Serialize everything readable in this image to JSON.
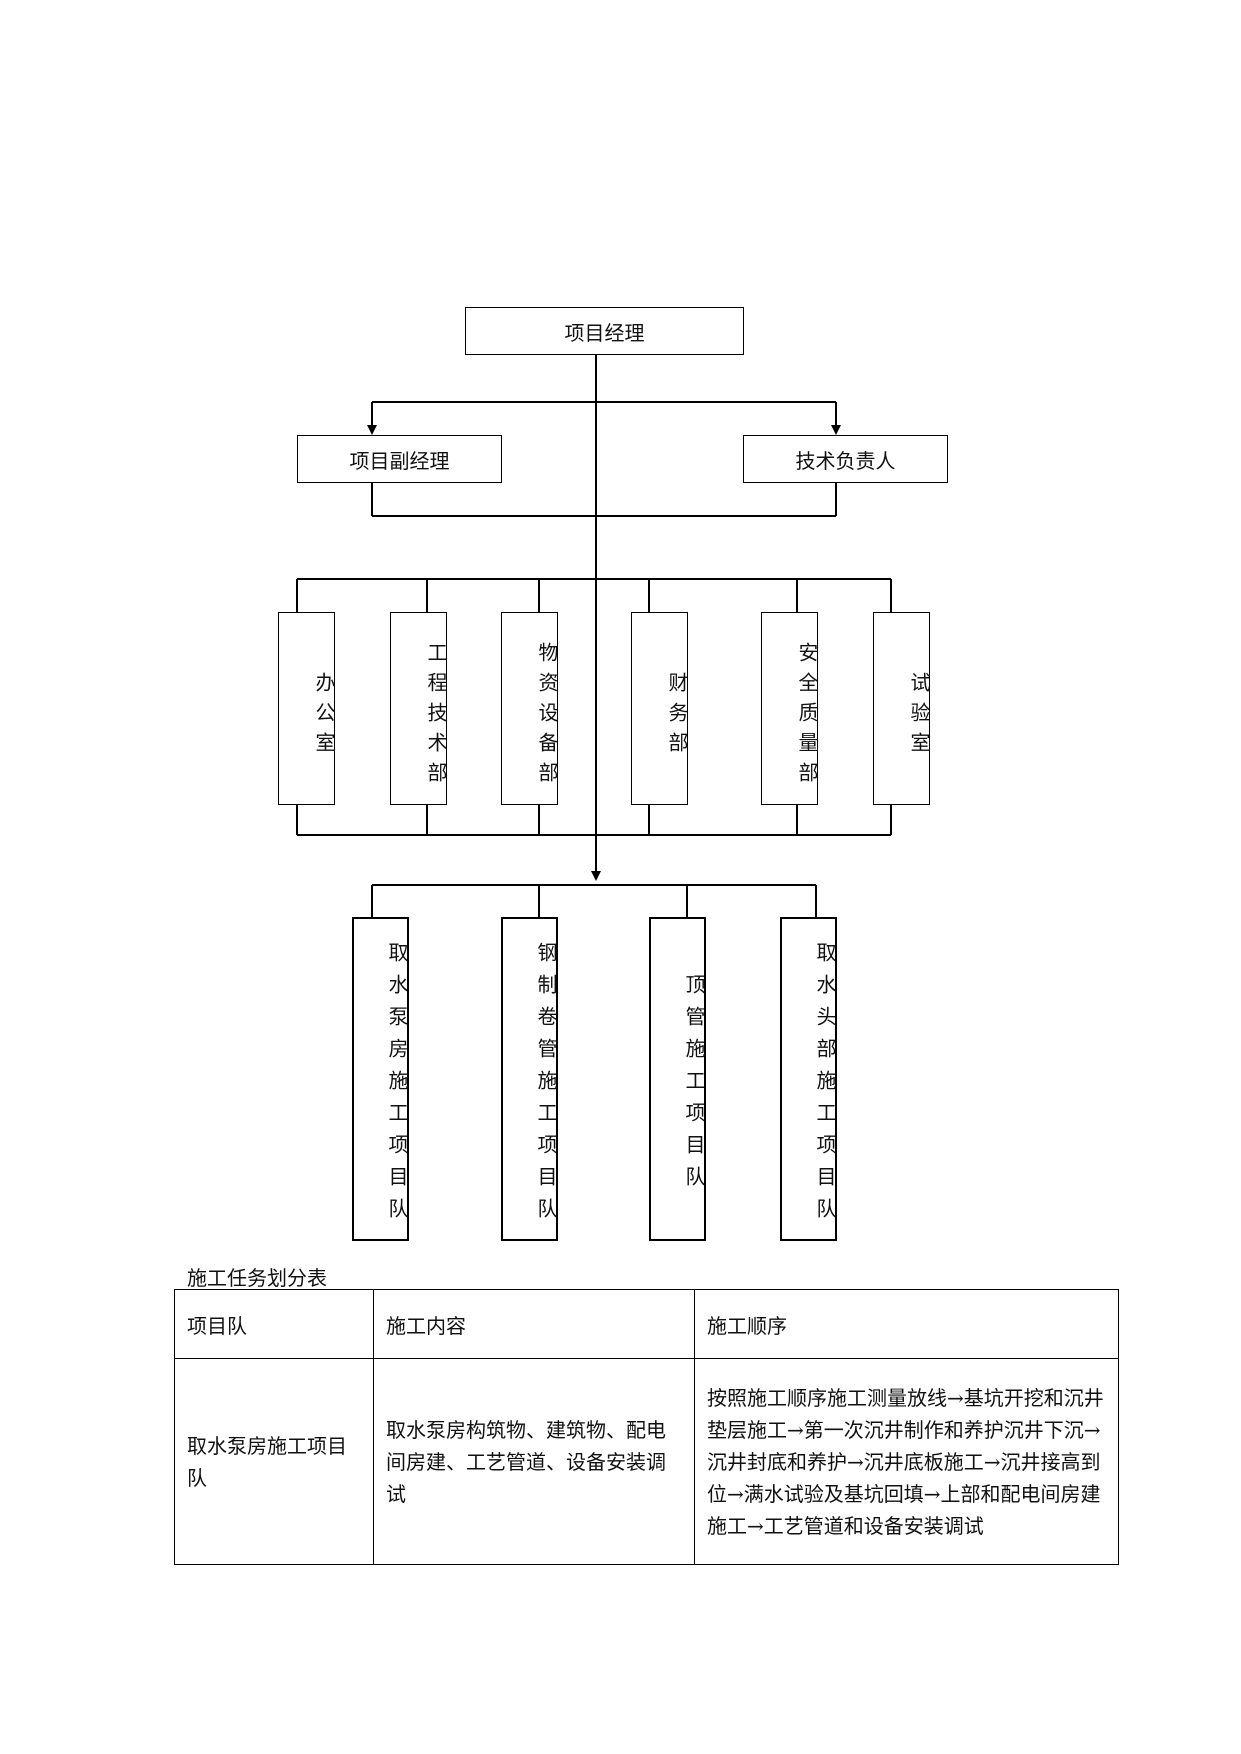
{
  "org_chart": {
    "top": "项目经理",
    "deputies": [
      "项目副经理",
      "技术负责人"
    ],
    "departments": [
      "办公室",
      "工程技术部",
      "物资设备部",
      "财务部",
      "安全质量部",
      "试验室"
    ],
    "teams": [
      "取水泵房施工项目队",
      "钢制卷管施工项目队",
      "顶管施工项目队",
      "取水头部施工项目队"
    ]
  },
  "task_table": {
    "caption": "施工任务划分表",
    "headers": [
      "项目队",
      "施工内容",
      "施工顺序"
    ],
    "rows": [
      {
        "team": "取水泵房施工项目队",
        "content": "取水泵房构筑物、建筑物、配电间房建、工艺管道、设备安装调试",
        "sequence": "按照施工顺序施工测量放线→基坑开挖和沉井垫层施工→第一次沉井制作和养护沉井下沉→沉井封底和养护→沉井底板施工→沉井接高到位→满水试验及基坑回填→上部和配电间房建施工→工艺管道和设备安装调试"
      }
    ]
  }
}
